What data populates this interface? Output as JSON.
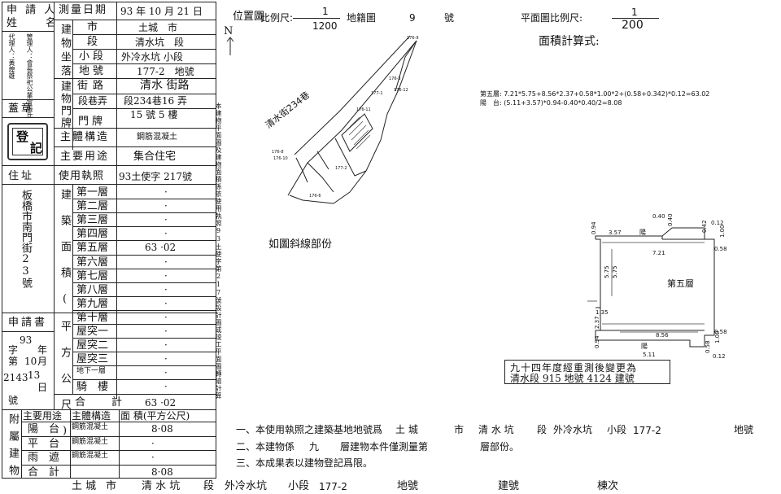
{
  "left_table": {
    "applicant_label": "申請人姓名",
    "applicant_lines": [
      "代理人：黃煌雄",
      "管理人：會長祭祀公業會張氏"
    ],
    "seal_label": "蓋章",
    "seal_text": "登記",
    "survey_date_label": "測量日期",
    "survey_date": "93 年 10 月 21 日",
    "location_label": "建物坐落",
    "rows": [
      {
        "label": "市",
        "value": "土城　市"
      },
      {
        "label": "段",
        "value": "清水坑　段"
      },
      {
        "label": "小段",
        "value": "外冷水坑 小段"
      },
      {
        "label": "地號",
        "value": "177-2　地號"
      }
    ],
    "address_group_label": "建物門牌",
    "street_label": "街路",
    "street_value": "清水 街路",
    "lane_label": "段巷弄",
    "lane_value": "段234巷16 弄",
    "doorplate_label": "門牌",
    "doorplate_value": "15 號 5 樓",
    "structure_label": "主體構造",
    "structure_value": "鋼筋混凝土",
    "use_label": "主要用途",
    "use_value": "集合住宅",
    "address_label": "住址",
    "address_value": "板橋市南門街23號",
    "permit_label": "使用執照",
    "permit_value": "93土使字 217號",
    "area_group_label": "建築面積(平方公尺)",
    "floors": [
      {
        "name": "第一層",
        "value": "·"
      },
      {
        "name": "第二層",
        "value": "·"
      },
      {
        "name": "第三層",
        "value": "·"
      },
      {
        "name": "第四層",
        "value": "·"
      },
      {
        "name": "第五層",
        "value": "63 ·02"
      },
      {
        "name": "第六層",
        "value": "·"
      },
      {
        "name": "第七層",
        "value": "·"
      },
      {
        "name": "第八層",
        "value": "·"
      },
      {
        "name": "第九層",
        "value": "·"
      },
      {
        "name": "第十層",
        "value": "·"
      },
      {
        "name": "屋突一",
        "value": "·"
      },
      {
        "name": "屋突二",
        "value": "·"
      },
      {
        "name": "屋突三",
        "value": "·"
      },
      {
        "name": "地下一層",
        "value": "·"
      },
      {
        "name": "騎　樓",
        "value": "·"
      }
    ],
    "total_label": "合　　計",
    "total_value": "63 ·02",
    "application_label": "申請書",
    "application_cells": [
      "字第",
      "93年 10月 13日",
      "2143號"
    ],
    "app_ji": "字",
    "app_di": "第",
    "app_nian": "年",
    "app_yue": "月",
    "app_ri": "日",
    "app_hao": "號",
    "app_year": "93",
    "app_month": "10",
    "app_day": "13",
    "app_no": "2143",
    "annex_label": "附屬建物",
    "annex_header": [
      "主要用途",
      "主體構造",
      "面 積(平方公尺)"
    ],
    "annex_rows": [
      {
        "use": "陽　台",
        "structure": "鋼筋混凝土",
        "area": "8·08"
      },
      {
        "use": "平　台",
        "structure": "鋼筋混凝土",
        "area": "·"
      },
      {
        "use": "雨　遮",
        "structure": "鋼筋混凝土",
        "area": "·"
      },
      {
        "use": "合　計",
        "structure": "",
        "area": "8·08"
      }
    ]
  },
  "vertical_note": "本建物平面圖及建物面積係依使用執照93土使字第217號設計圖或竣工平面圖轉繪計算",
  "location_map": {
    "label": "位置圖",
    "scale_label": "比例尺:",
    "scale_num": "1",
    "scale_den": "1200",
    "cadastral_label": "地籍圖",
    "cadastral_no": "9",
    "cadastral_suffix": "號",
    "north": "N",
    "road_label": "清水街234巷",
    "parcels": [
      "176-9",
      "177-1",
      "176-12",
      "176-3",
      "177-2",
      "176-6",
      "176-10",
      "176-8",
      "176-11"
    ],
    "hatch_note": "如圖斜線部份"
  },
  "floor_plan": {
    "scale_label": "平面圖比例尺:",
    "scale_num": "1",
    "scale_den": "200",
    "formula_title": "面積計算式:",
    "formula_lines": [
      "第五層: 7.21*5.75+8.56*2.37+0.58*1.00*2+(0.58+0.342)*0.12=63.02",
      "陽　台: (5.11+3.57)*0.94-0.40*0.40/2=8.08"
    ],
    "floor_label": "第五層",
    "dims": [
      "0.40",
      "0.40",
      "0.94",
      "3.57",
      "陽",
      "0.12",
      "0.42",
      "1.00",
      "7.21",
      "0.58",
      "5.75",
      "5.75",
      "1.35",
      "2.37",
      "8.56",
      "0.58",
      "1.00",
      "0.94",
      "陽",
      "0.58",
      "5.11",
      "0.12"
    ],
    "stamp_lines": [
      "九十四年度經重測後變更為",
      "清水段 915 地號 4124 建號"
    ]
  },
  "notes": {
    "n1_prefix": "一、本使用執照之建築基地地號爲",
    "n1_city": "土 城",
    "n1_city_unit": "市",
    "n1_sec": "清 水 坑",
    "n1_sec_unit": "段",
    "n1_subsec": "外冷水坑",
    "n1_subsec_unit": "小段",
    "n1_lot": "177-2",
    "n1_lot_unit": "地號",
    "n2_prefix": "二、本建物係",
    "n2_val": "九",
    "n2_mid": "層建物本件僅測量第",
    "n2_end": "層部份。",
    "n3": "三、本成果表以建物登記爲限。"
  },
  "footer": {
    "city": "土 城",
    "city_unit": "市",
    "sec": "清 水 坑",
    "sec_unit": "段",
    "subsec": "外冷水坑",
    "subsec_unit": "小段",
    "lot": "177-2",
    "lot_unit": "地號",
    "bldg_unit": "建號",
    "order_unit": "棟次"
  }
}
